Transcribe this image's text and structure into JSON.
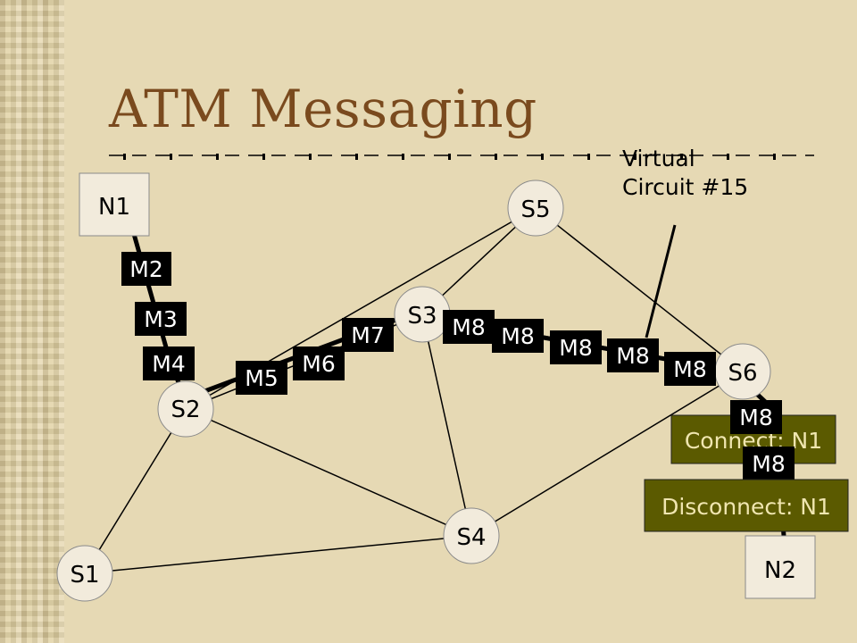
{
  "title": "ATM Messaging",
  "annotation": {
    "line1": "Virtual",
    "line2": "Circuit #15"
  },
  "hosts": [
    {
      "id": "N1",
      "label": "N1"
    },
    {
      "id": "N2",
      "label": "N2"
    }
  ],
  "switches": [
    {
      "id": "S1",
      "label": "S1"
    },
    {
      "id": "S2",
      "label": "S2"
    },
    {
      "id": "S3",
      "label": "S3"
    },
    {
      "id": "S4",
      "label": "S4"
    },
    {
      "id": "S5",
      "label": "S5"
    },
    {
      "id": "S6",
      "label": "S6"
    }
  ],
  "links": [
    [
      "S1",
      "S2"
    ],
    [
      "S1",
      "S4"
    ],
    [
      "S2",
      "S4"
    ],
    [
      "S2",
      "S5"
    ],
    [
      "S3",
      "S4"
    ],
    [
      "S3",
      "S5"
    ],
    [
      "S4",
      "S6"
    ],
    [
      "S5",
      "S6"
    ],
    [
      "S2",
      "S3"
    ],
    [
      "S3",
      "S6"
    ]
  ],
  "messages": [
    {
      "id": "M2",
      "label": "M2"
    },
    {
      "id": "M3",
      "label": "M3"
    },
    {
      "id": "M4",
      "label": "M4"
    },
    {
      "id": "M5",
      "label": "M5"
    },
    {
      "id": "M6",
      "label": "M6"
    },
    {
      "id": "M7",
      "label": "M7"
    },
    {
      "id": "M8a",
      "label": "M8"
    },
    {
      "id": "M8b",
      "label": "M8"
    },
    {
      "id": "M8c",
      "label": "M8"
    },
    {
      "id": "M8d",
      "label": "M8"
    },
    {
      "id": "M8e",
      "label": "M8"
    },
    {
      "id": "M8f",
      "label": "M8"
    },
    {
      "id": "M8g",
      "label": "M8"
    }
  ],
  "control_boxes": [
    {
      "id": "connect",
      "label": "Connect: N1"
    },
    {
      "id": "disconnect",
      "label": "Disconnect: N1"
    }
  ],
  "colors": {
    "background": "#e6d9b4",
    "title": "#7a4a1e",
    "message_bg": "#000000",
    "message_text": "#ffffff",
    "control_bg": "#5b5a00",
    "control_text": "#f0e6b0",
    "node_fill": "#f2ebdc"
  }
}
